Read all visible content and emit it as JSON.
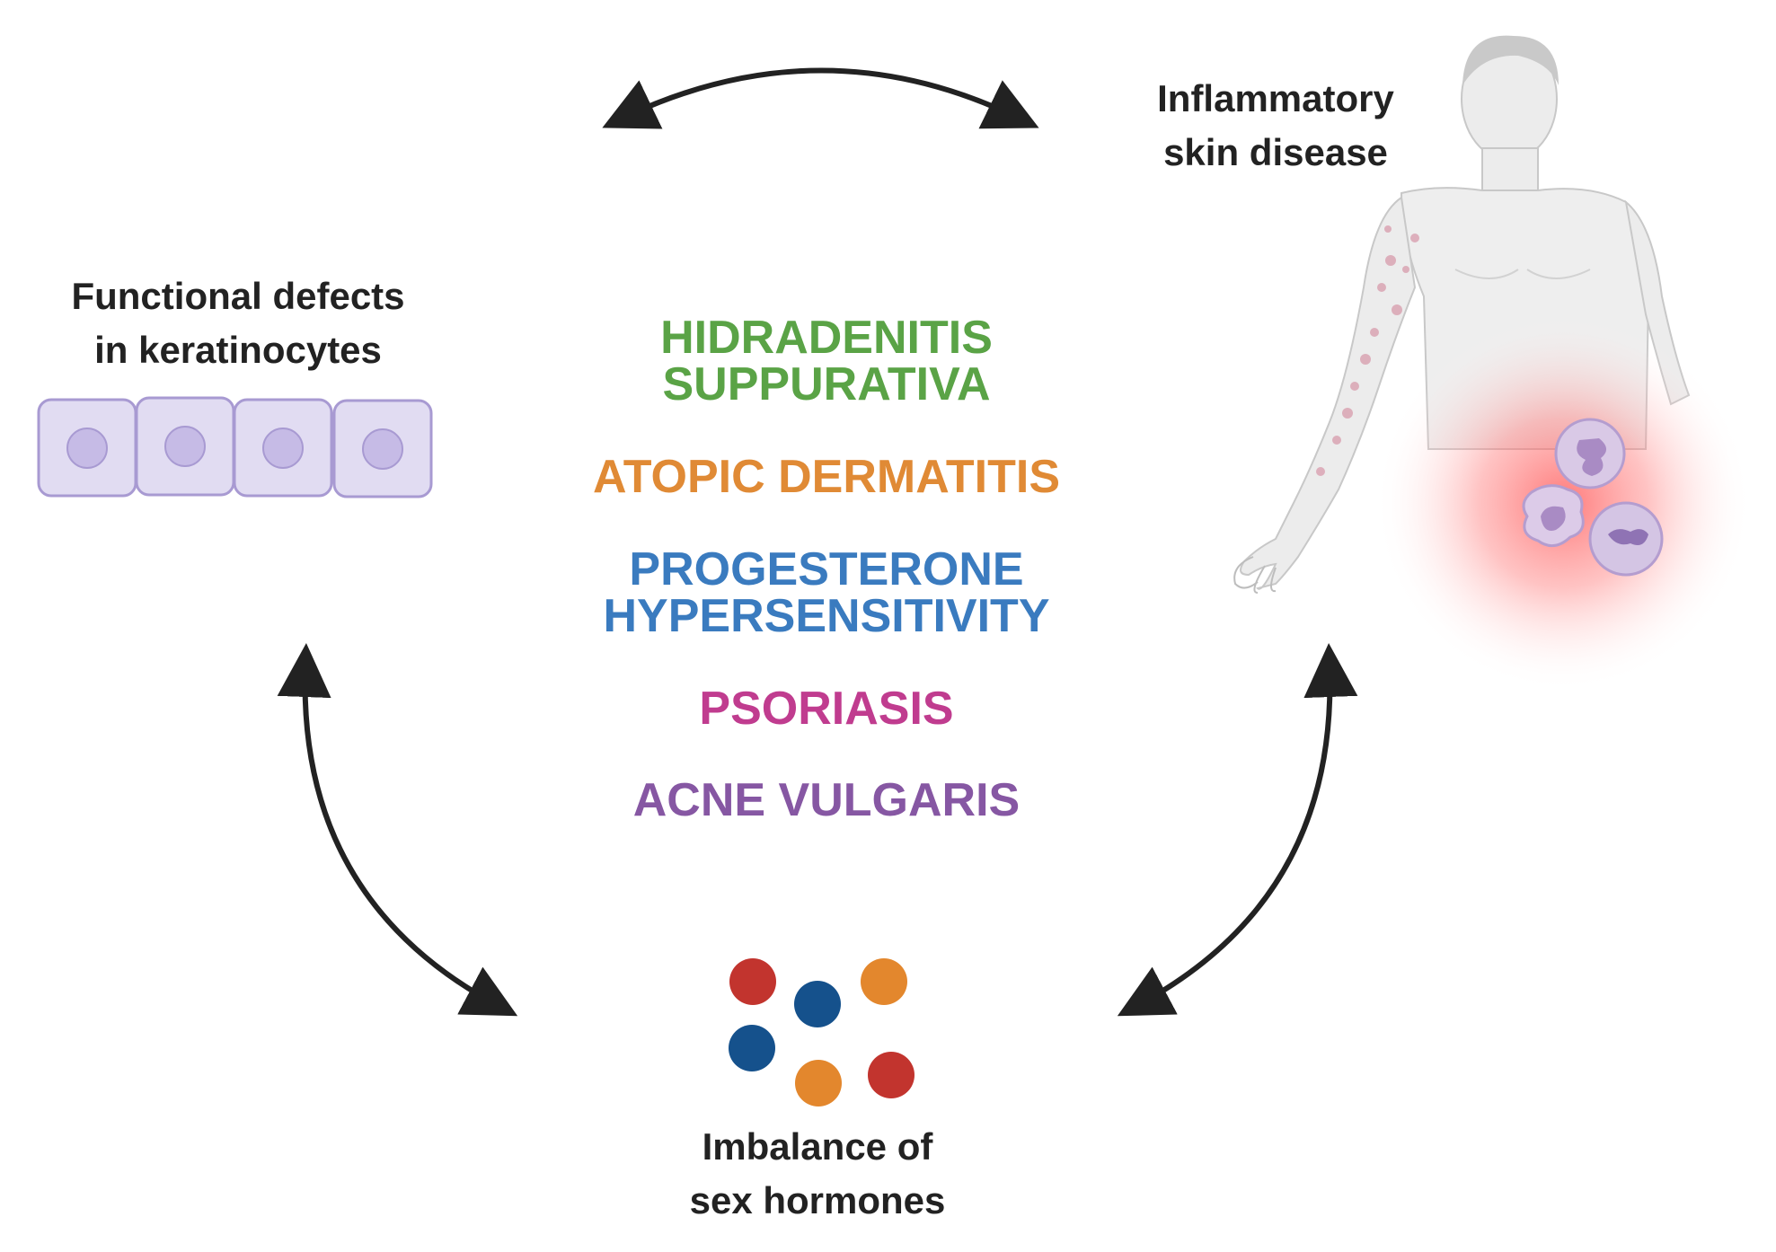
{
  "nodes": {
    "keratinocytes": {
      "line1": "Functional defects",
      "line2": "in keratinocytes"
    },
    "skin_disease": {
      "line1": "Inflammatory",
      "line2": "skin disease"
    },
    "hormones": {
      "line1": "Imbalance",
      "line2": "of",
      "line2b": "sex hormones"
    }
  },
  "diseases": [
    {
      "line1": "HIDRADENITIS",
      "line2": "SUPPURATIVA",
      "color": "#5aa346"
    },
    {
      "line1": "ATOPIC DERMATITIS",
      "color": "#e08a35"
    },
    {
      "line1": "PROGESTERONE",
      "line2": "HYPERSENSITIVITY",
      "color": "#3a7bbf"
    },
    {
      "line1": "PSORIASIS",
      "color": "#c03c8f"
    },
    {
      "line1": "ACNE VULGARIS",
      "color": "#8657a3"
    }
  ],
  "hormone_dot_colors": [
    "#c2342e",
    "#15518c",
    "#e3872d"
  ],
  "arrow_color": "#222222"
}
